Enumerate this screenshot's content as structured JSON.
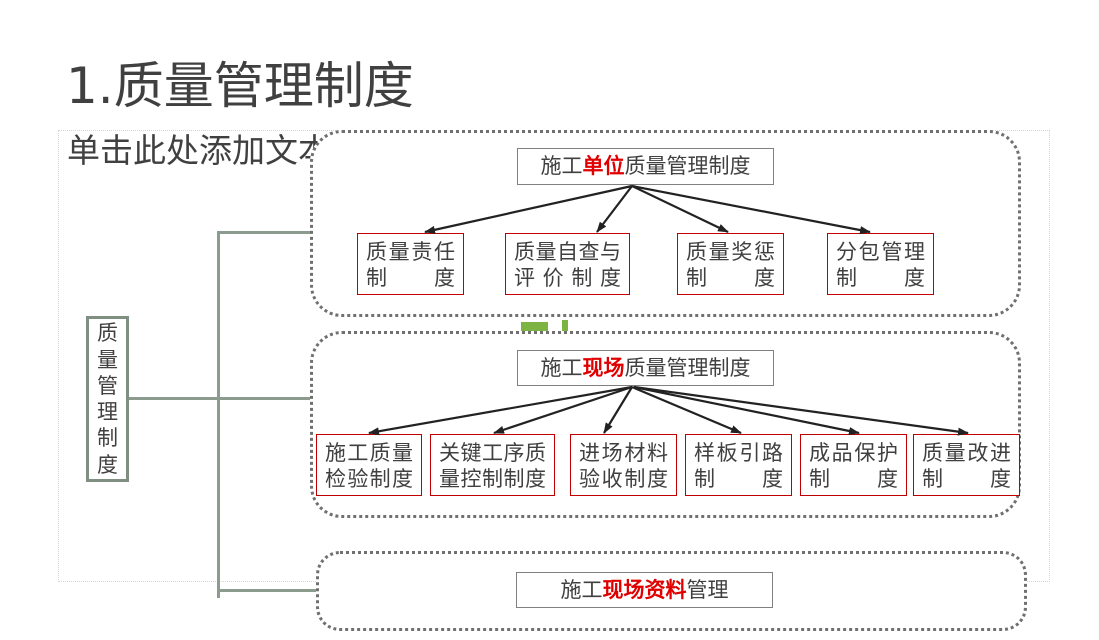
{
  "slide": {
    "title": "1.质量管理制度",
    "subtitle": "单击此处添加文本"
  },
  "root": {
    "label": "质量管理制度"
  },
  "groups": {
    "unit": {
      "header": {
        "prefix": "施工",
        "emphasis": "单位",
        "suffix": "质量管理制度"
      },
      "items": [
        {
          "line1": "质量责任",
          "line2": "制度"
        },
        {
          "line1": "质量自查与",
          "line2": "评价制度"
        },
        {
          "line1": "质量奖惩",
          "line2": "制度"
        },
        {
          "line1": "分包管理",
          "line2": "制度"
        }
      ]
    },
    "site": {
      "header": {
        "prefix": "施工",
        "emphasis": "现场",
        "suffix": "质量管理制度"
      },
      "items": [
        {
          "line1": "施工质量",
          "line2": "检验制度"
        },
        {
          "line1": "关键工序质",
          "line2": "量控制制度"
        },
        {
          "line1": "进场材料",
          "line2": "验收制度"
        },
        {
          "line1": "样板引路",
          "line2": "制度"
        },
        {
          "line1": "成品保护",
          "line2": "制度"
        },
        {
          "line1": "质量改进",
          "line2": "制度"
        }
      ]
    },
    "records": {
      "header": {
        "prefix": "施工",
        "emphasis": "现场资料",
        "suffix": "管理"
      }
    }
  },
  "colors": {
    "text": "#404040",
    "emphasis": "#e00000",
    "item_border": "#c00000",
    "connector": "#8b9b8d",
    "dotted_border": "#707070",
    "arrow": "#222222",
    "green_mark": "#7cb342"
  }
}
